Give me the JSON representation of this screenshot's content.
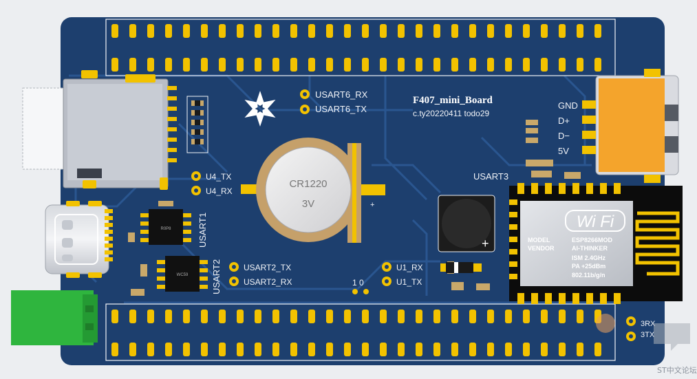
{
  "board": {
    "title": "F407_mini_Board",
    "subtitle": "c.ty20220411  todo29",
    "colors": {
      "soldermask": "#1d3f6e",
      "copper_trace": "#2a5690",
      "pad_gold": "#f2c200",
      "silkscreen": "#f2f4f8",
      "sd_metal": "#b9bdc6",
      "connector_green": "#2fb53e",
      "module_black": "#0c0c0c",
      "usbc_orange": "#f4a42c"
    }
  },
  "labels": {
    "usart6_rx": "USART6_RX",
    "usart6_tx": "USART6_TX",
    "u4_tx": "U4_TX",
    "u4_rx": "U4_RX",
    "usart1": "USART1",
    "usart2": "USART2",
    "usart2_tx": "USART2_TX",
    "usart2_rx": "USART2_RX",
    "u1_rx": "U1_RX",
    "u1_tx": "U1_TX",
    "jumper": "1 0",
    "usart3": "USART3",
    "rx3": "3RX",
    "tx3": "3TX",
    "plus": "+"
  },
  "usb_pins": {
    "gnd": "GND",
    "dplus": "D+",
    "dminus": "D−",
    "v5": "5V"
  },
  "battery": {
    "model": "CR1220",
    "voltage": "3V"
  },
  "wifi_module": {
    "logo": "Wi Fi",
    "col1": [
      "MODEL",
      "VENDOR"
    ],
    "col2": [
      "ESP8266MOD",
      "AI-THINKER",
      "ISM   2.4GHz",
      "PA    +25dBm",
      "802.11b/g/n"
    ]
  },
  "ic_markings": {
    "ic1": "R0P8",
    "ic2": "WC59"
  },
  "watermark": {
    "text": "ST中文论坛"
  }
}
